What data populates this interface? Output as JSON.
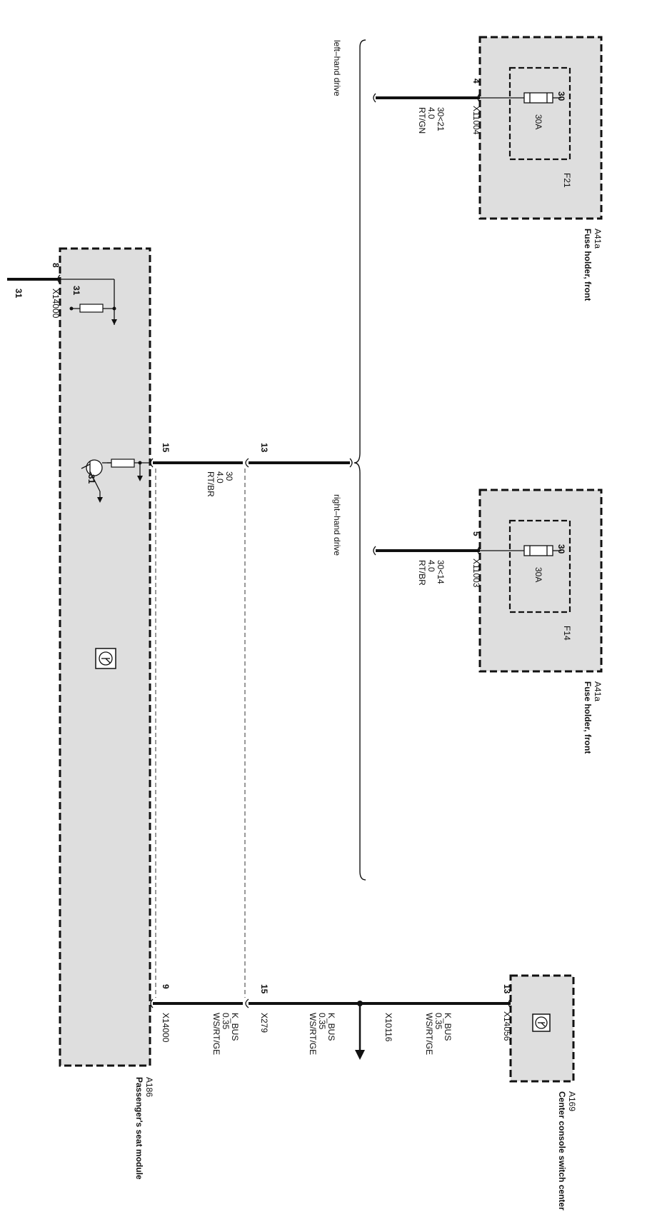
{
  "drive_labels": {
    "left_hand_drive": "left–hand drive",
    "right_hand_drive": "right–hand drive"
  },
  "fuse_holder_1": {
    "id": "A41a",
    "name": "Fuse holder, front",
    "fuse": "F21",
    "rating": "30A",
    "terminal": "30",
    "pin": "4",
    "connector": "X11004",
    "wire_circuit": "30<21",
    "wire_size": "4.0",
    "wire_color": "RT/GN"
  },
  "fuse_holder_2": {
    "id": "A41a",
    "name": "Fuse holder, front",
    "fuse": "F14",
    "rating": "30A",
    "terminal": "30",
    "pin": "5",
    "connector": "X11003",
    "wire_circuit": "30<14",
    "wire_size": "4.0",
    "wire_color": "RT/BR"
  },
  "switch_center": {
    "id": "A169",
    "name": "Center console switch center",
    "pin": "13",
    "connector": "X14056"
  },
  "seat_module": {
    "id": "A186",
    "name": "Passenger's seat module",
    "ground_pin": "8",
    "ground_connector": "X14000",
    "ground_terminal_inner": "31",
    "ground_wire": "31",
    "power_pin": "15",
    "power_transistor_ground": "31",
    "kbus_pin": "9",
    "kbus_connector": "X14000"
  },
  "power_wire": {
    "junction_pin": "13",
    "circuit": "30",
    "size": "4.0",
    "color": "RT/BR"
  },
  "kbus_wire_1": {
    "name": "K_BUS",
    "size": "0.35",
    "color": "WS/RT/GE",
    "connector": "X10116"
  },
  "kbus_wire_2": {
    "name": "K_BUS",
    "size": "0.35",
    "color": "WS/RT/GE",
    "pin": "15",
    "connector": "X279"
  },
  "kbus_wire_3": {
    "name": "K_BUS",
    "size": "0.35",
    "color": "WS/RT/GE"
  }
}
